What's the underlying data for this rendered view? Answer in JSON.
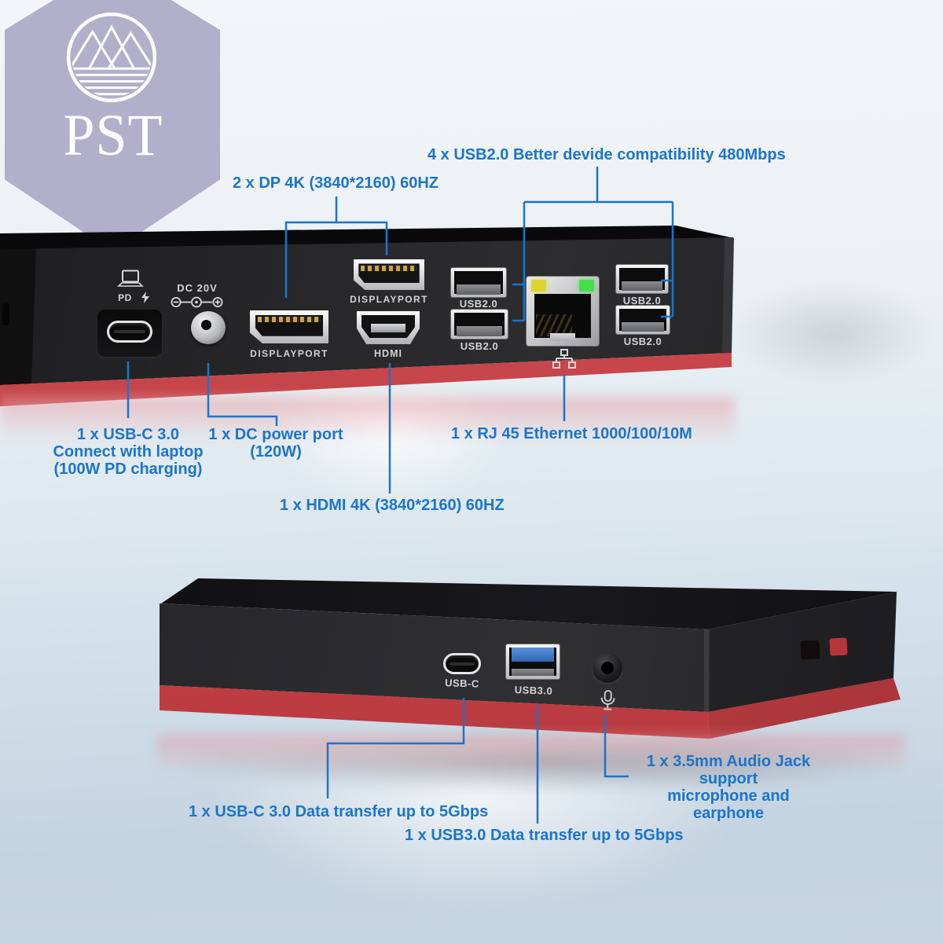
{
  "brand": {
    "logo_text": "PST"
  },
  "colors": {
    "annotation_blue": "#1b75ca",
    "logo_hexagon": "#b1afc9",
    "device_black": "#232326",
    "base_red": "#c8434a",
    "usb3_tongue_blue": "#3b78c9",
    "led_yellow": "#ddd52f",
    "led_green": "#44e04a"
  },
  "rear_ports": {
    "usbc_icon_label": "PD",
    "dc_label": "DC 20V",
    "dp_lower_label": "DISPLAYPORT",
    "dp_upper_label": "DISPLAYPORT",
    "hdmi_label": "HDMI",
    "usb2_labels": [
      "USB2.0",
      "USB2.0",
      "USB2.0",
      "USB2.0"
    ]
  },
  "front_ports": {
    "usbc_label": "USB-C",
    "usb3_label": "USB3.0"
  },
  "annotations": {
    "dp": "2 x DP 4K (3840*2160) 60HZ",
    "usb2": "4 x USB2.0 Better devide compatibility 480Mbps",
    "usbc_rear_lines": [
      "1 x USB-C 3.0",
      "Connect with laptop",
      "(100W PD charging)"
    ],
    "dc_lines": [
      "1 x DC power port",
      "(120W)"
    ],
    "rj45": "1 x RJ 45 Ethernet 1000/100/10M",
    "hdmi": "1 x HDMI 4K (3840*2160) 60HZ",
    "usbc_front": "1 x USB-C 3.0 Data transfer up to 5Gbps",
    "usb3_front": "1 x USB3.0 Data transfer up to 5Gbps",
    "audio_lines": [
      "1 x 3.5mm Audio Jack support",
      "microphone and earphone"
    ]
  }
}
